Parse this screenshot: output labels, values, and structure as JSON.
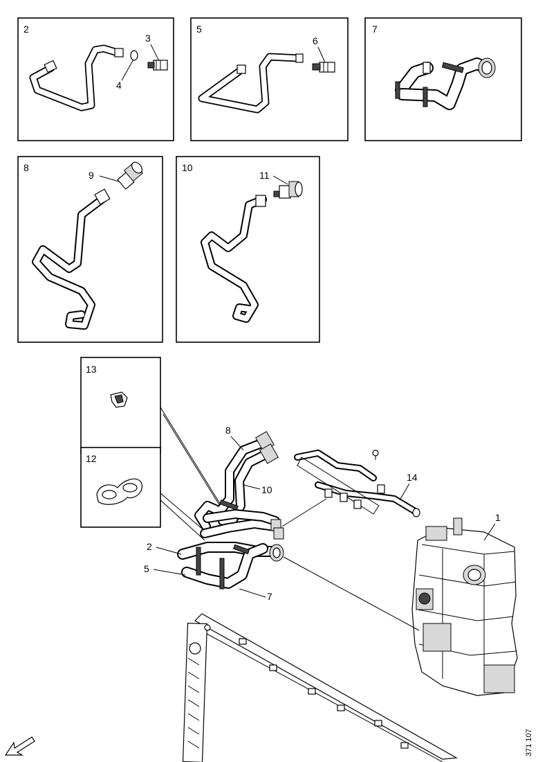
{
  "callouts": {
    "n1": "1",
    "n2": "2",
    "n3": "3",
    "n4": "4",
    "n5": "5",
    "n6": "6",
    "n7": "7",
    "n8": "8",
    "n9": "9",
    "n10": "10",
    "n11": "11",
    "n12": "12",
    "n13": "13",
    "n14": "14"
  },
  "reference_code": "371 107",
  "icons": {
    "direction": "arrow-down-left-icon"
  }
}
